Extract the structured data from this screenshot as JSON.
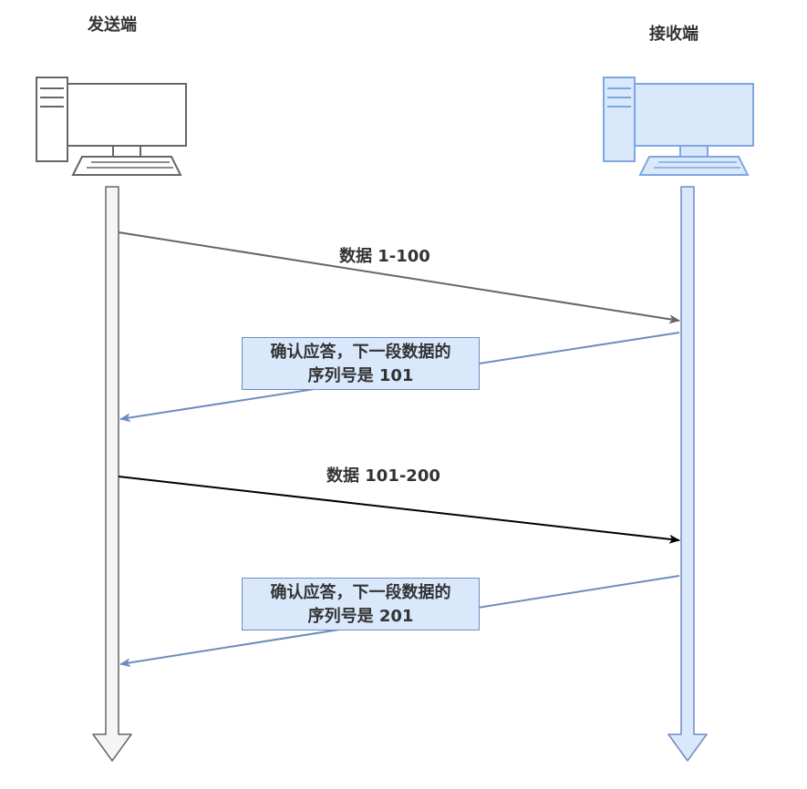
{
  "sender": {
    "title": "发送端"
  },
  "receiver": {
    "title": "接收端"
  },
  "messages": [
    {
      "label": "数据 1-100",
      "direction": "sender-to-receiver"
    },
    {
      "label_line1": "确认应答，下一段数据的",
      "label_line2": "序列号是 101",
      "direction": "receiver-to-sender"
    },
    {
      "label": "数据 101-200",
      "direction": "sender-to-receiver"
    },
    {
      "label_line1": "确认应答，下一段数据的",
      "label_line2": "序列号是 201",
      "direction": "receiver-to-sender"
    }
  ],
  "colors": {
    "sender_lifeline_fill": "#f5f5f5",
    "sender_lifeline_stroke": "#666666",
    "receiver_lifeline_fill": "#dae8fc",
    "receiver_lifeline_stroke": "#6c8ebf",
    "data_arrow_1": "#666666",
    "data_arrow_2": "#000000",
    "ack_arrow": "#6c8ebf",
    "sender_pc_stroke": "#666666",
    "receiver_pc_stroke": "#7ea6e0"
  },
  "icons": {
    "sender": "desktop-computer-icon",
    "receiver": "desktop-computer-icon"
  }
}
